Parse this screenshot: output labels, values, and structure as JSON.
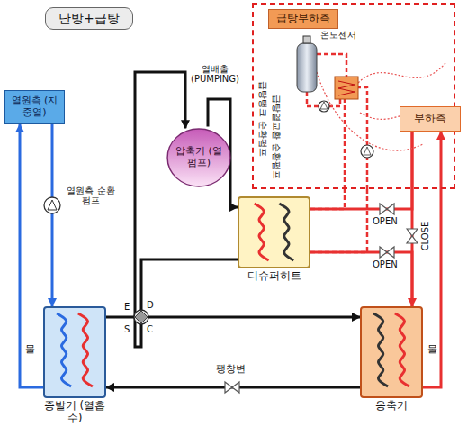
{
  "diagram": {
    "title": "난방+급탕",
    "nodes": [
      {
        "text": [
          "열원측 (지중열)"
        ]
      },
      {
        "text": [
          "압축기 (열펌프)"
        ]
      },
      {
        "text": [
          "급탕부하측"
        ]
      },
      {
        "text": [
          "부하측"
        ]
      },
      {
        "text": [
          "디슈퍼히트"
        ]
      },
      {
        "text": [
          "증발기 (열흡수)"
        ]
      },
      {
        "text": [
          "응축기"
        ]
      }
    ],
    "edges": [
      {
        "from": 0,
        "to": 5,
        "arrow": "to"
      },
      {
        "from": 5,
        "to": 0,
        "arrow": "to"
      },
      {
        "from": 1,
        "to": 4,
        "arrow": "to"
      },
      {
        "from": 4,
        "to": 6,
        "arrow": "to"
      },
      {
        "from": 6,
        "to": 5,
        "arrow": "to"
      },
      {
        "from": 5,
        "to": 1,
        "arrow": "to"
      },
      {
        "from": 6,
        "to": 3,
        "arrow": "to"
      },
      {
        "from": 3,
        "to": 6,
        "arrow": "to"
      },
      {
        "from": 4,
        "to": 3,
        "arrow": "none"
      },
      {
        "from": 6,
        "to": 4,
        "arrow": "none"
      },
      {
        "from": 4,
        "to": 2,
        "arrow": "none"
      },
      {
        "from": 4,
        "to": 2,
        "arrow": "none"
      }
    ],
    "labels": [
      "열배출 (PUMPING)",
      "온도센서",
      "급탕탱크 순환펌프",
      "급탕열교환 순환펌프",
      "OPEN",
      "CLOSE",
      "OPEN",
      "E",
      "D",
      "S",
      "C",
      "열원측 순환펌프",
      "팽창변",
      "물",
      "물"
    ]
  }
}
